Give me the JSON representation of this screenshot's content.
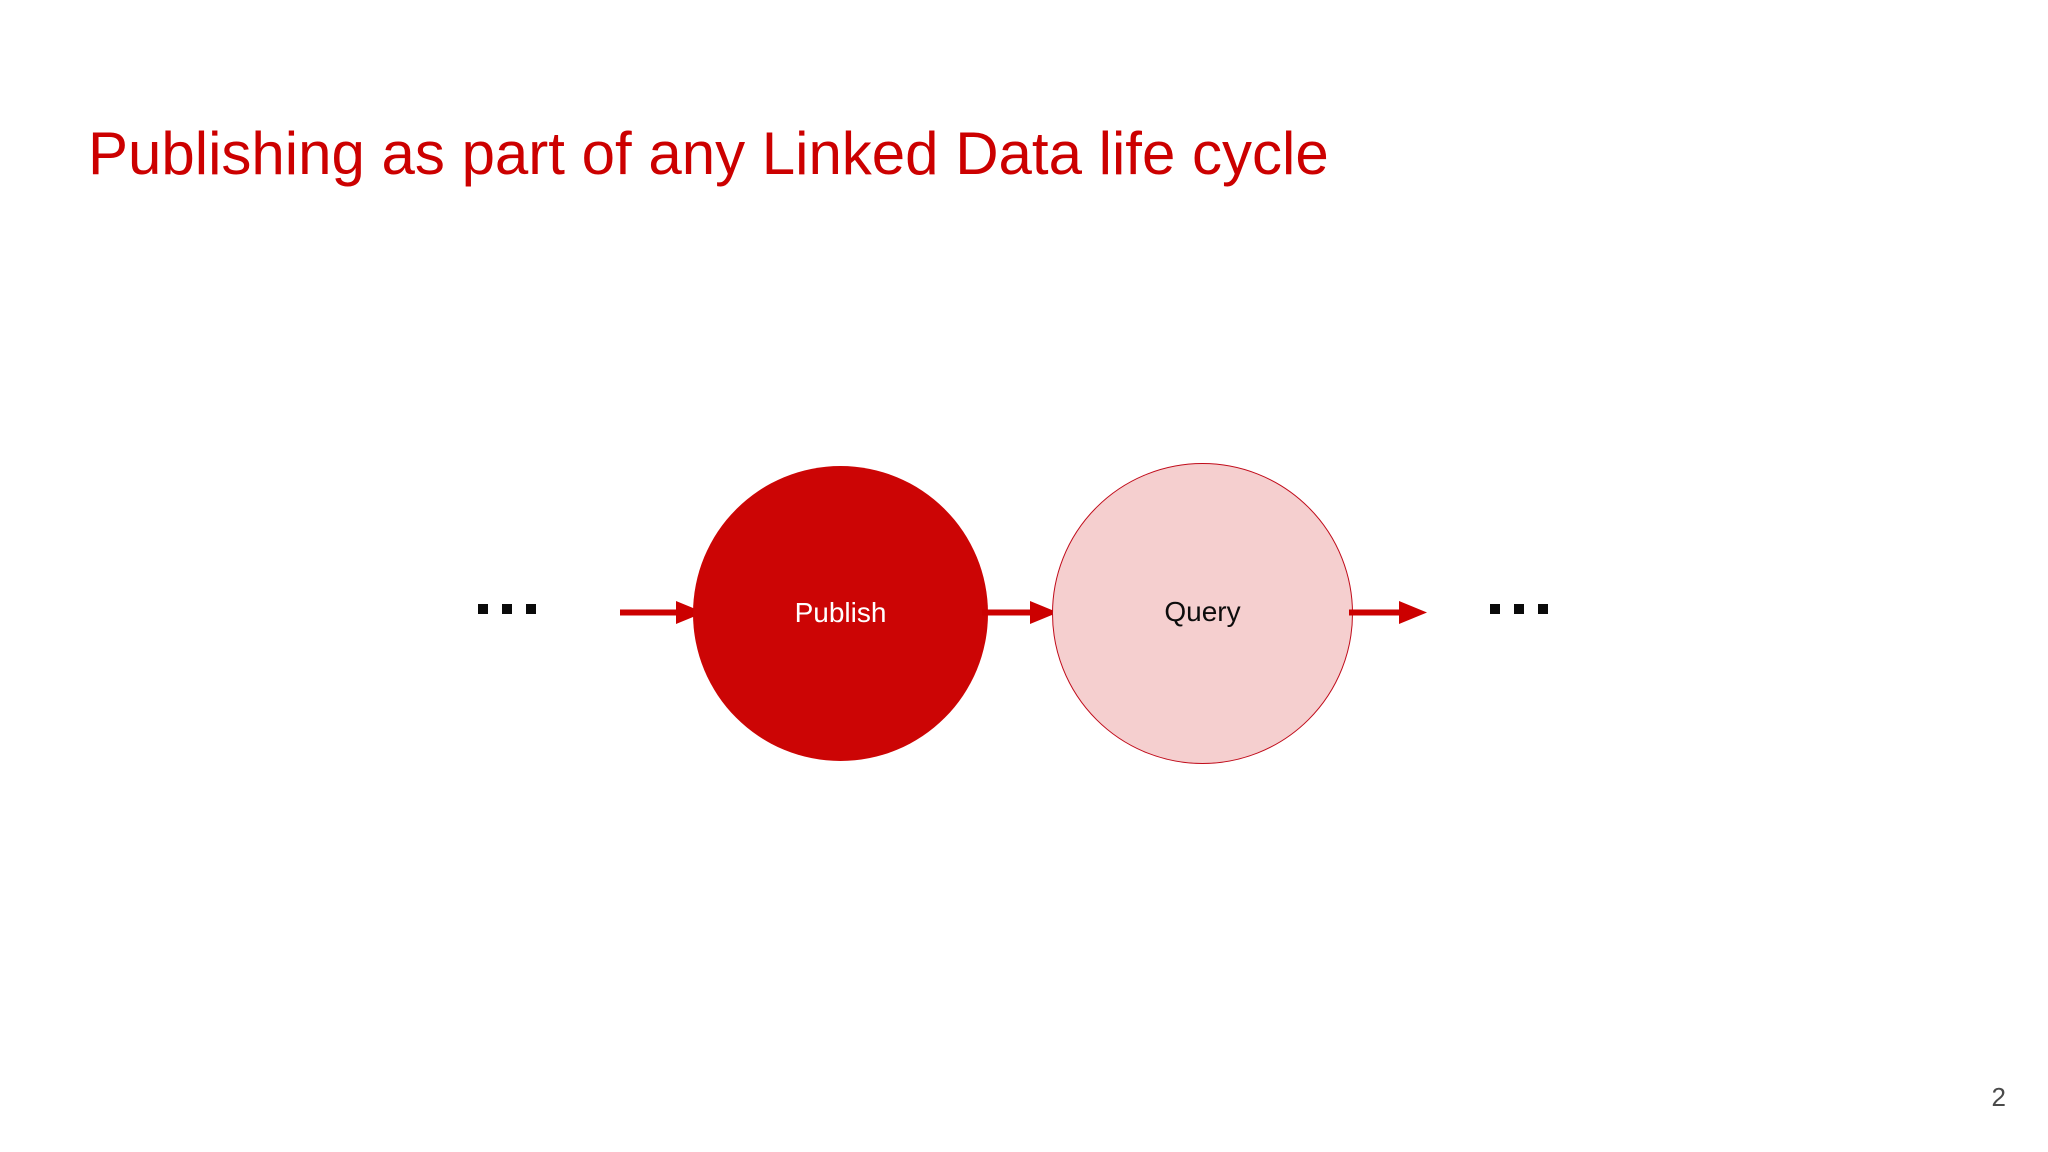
{
  "slide": {
    "title": "Publishing as part of any Linked Data life cycle",
    "page_number": "2",
    "background_color": "#ffffff",
    "title_color": "#cc0000"
  },
  "diagram": {
    "type": "flow",
    "nodes": [
      {
        "id": "publish",
        "label": "Publish",
        "fill_color": "#cc0505",
        "text_color": "#ffffff",
        "border_color": "none"
      },
      {
        "id": "query",
        "label": "Query",
        "fill_color": "#f5cfcf",
        "text_color": "#0d0d0d",
        "border_color": "#c00b1a"
      }
    ],
    "arrows": [
      {
        "id": "arrow-into-publish",
        "color": "#cc0000",
        "direction": "right"
      },
      {
        "id": "arrow-publish-to-query",
        "color": "#cc0000",
        "direction": "right"
      },
      {
        "id": "arrow-out-of-query",
        "color": "#cc0000",
        "direction": "right"
      }
    ],
    "ellipses": [
      {
        "id": "ellipsis-left",
        "glyph": "...",
        "color": "#0a0a0a",
        "dot_count": 3
      },
      {
        "id": "ellipsis-right",
        "glyph": "...",
        "color": "#0a0a0a",
        "dot_count": 3
      }
    ]
  }
}
